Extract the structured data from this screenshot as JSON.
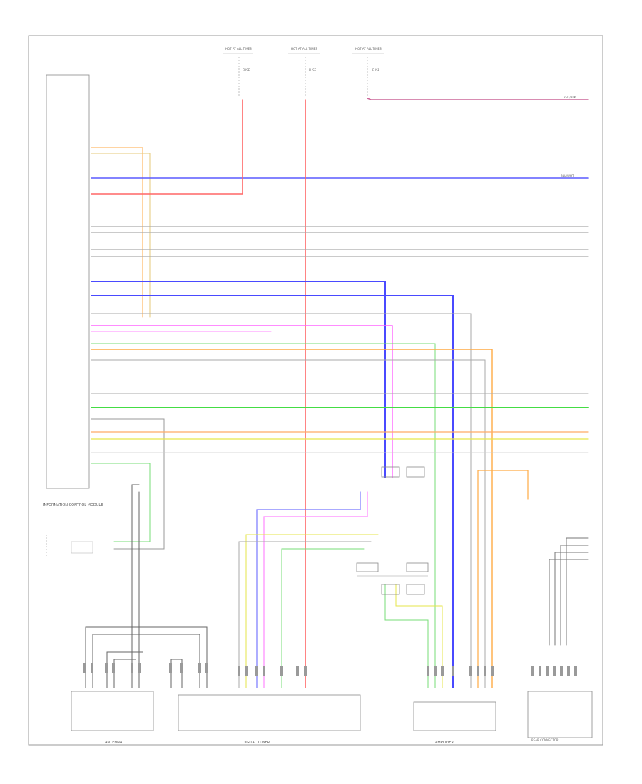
{
  "components": {
    "top_fuses": [
      "HOT AT ALL TIMES",
      "HOT AT ALL TIMES",
      "HOT AT ALL TIMES"
    ],
    "fuse_labels": [
      "FUSE",
      "FUSE",
      "FUSE"
    ],
    "main_module": "INFORMATION CONTROL MODULE",
    "antenna_module": "ANTENNA",
    "digital_tuner": "DIGITAL TUNER",
    "amplifier": "AMPLIFIER",
    "rear_connector": "REAR CONNECTOR"
  },
  "wires": {
    "top_right_1": "RED/BLK",
    "blue_main": "BLU/WHT"
  },
  "colors": {
    "red": "#ff6666",
    "blue": "#4a4aff",
    "magenta": "#ff66ff",
    "green": "#55dd55",
    "yellow": "#e6e64a",
    "orange": "#ffaa44",
    "gray": "#9a9a9a",
    "purple": "#aa44aa"
  }
}
